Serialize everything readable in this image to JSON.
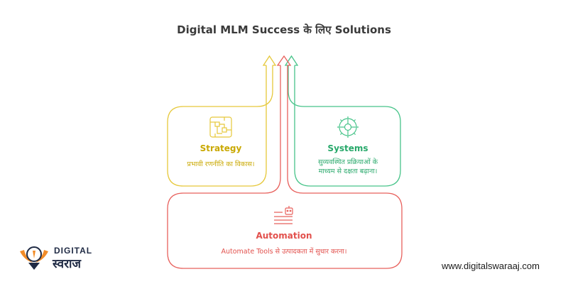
{
  "title": "Digital MLM Success के लिए Solutions",
  "colors": {
    "strategy": "#e6c83a",
    "systems": "#48c48a",
    "automation": "#e8605c",
    "strategy_text": "#c9a800",
    "systems_text": "#27a86a",
    "automation_text": "#e2504c",
    "logo_orange": "#f28c28",
    "logo_navy": "#1f2a44"
  },
  "cards": {
    "strategy": {
      "icon": "circuit-board-icon",
      "title": "Strategy",
      "description": "प्रभावी रणनीति का विकास।"
    },
    "systems": {
      "icon": "gear-icon",
      "title": "Systems",
      "description_line1": "सुव्यवस्थित प्रक्रियाओं के",
      "description_line2": "माध्यम से दक्षता बढ़ाना।"
    },
    "automation": {
      "icon": "robot-list-icon",
      "title": "Automation",
      "description": "Automate Tools से उत्पादकता में सुधार करना।"
    }
  },
  "logo": {
    "line1": "DIGITAL",
    "line2": "स्वराज"
  },
  "website": "www.digitalswaraaj.com"
}
